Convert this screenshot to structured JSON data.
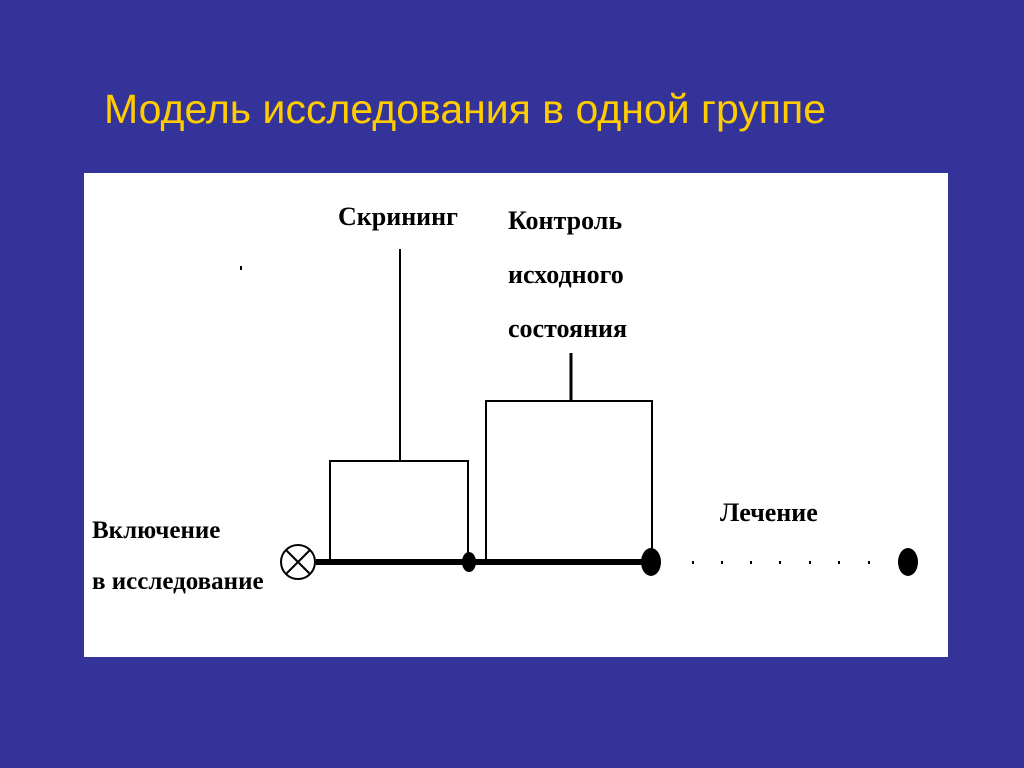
{
  "slide": {
    "title": "Модель исследования в одной группе"
  },
  "diagram": {
    "labels": {
      "screening": "Скрининг",
      "baseline_control_1": "Контроль",
      "baseline_control_2": "исходного",
      "baseline_control_3": "состояния",
      "treatment": "Лечение",
      "inclusion_1": "Включение",
      "inclusion_2": "в исследование"
    },
    "colors": {
      "background": "#333399",
      "title": "#ffcc00",
      "panel": "#ffffff",
      "ink": "#000000"
    }
  }
}
